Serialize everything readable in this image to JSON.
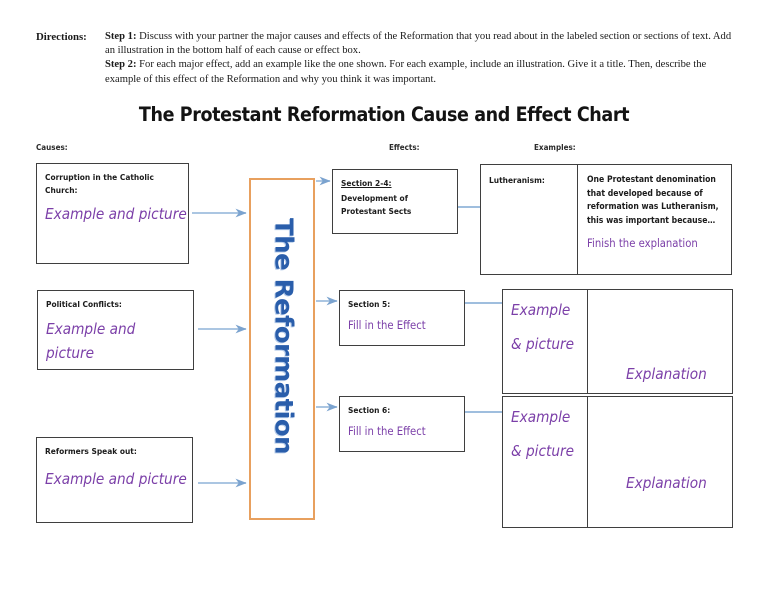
{
  "directions": {
    "label": "Directions:",
    "step1_label": "Step 1:",
    "step1_text": " Discuss with your partner the major causes and effects of the Reformation that you read about in the labeled section or sections of text. Add an illustration in the bottom half of each cause or effect box.",
    "step2_label": "Step 2:",
    "step2_text": " For each major effect, add an example like the one shown. For each example, include an illustration. Give it a title. Then, describe the example of this effect of the Reformation and why you think it was important."
  },
  "title": "The Protestant Reformation Cause and Effect Chart",
  "columns": {
    "causes": "Causes:",
    "effects": "Effects:",
    "examples": "Examples:"
  },
  "center": {
    "label": "The Reformation",
    "border_color": "#e8a05e",
    "text_color": "#2a5eab"
  },
  "causes": [
    {
      "heading": "Corruption in the Catholic Church:",
      "prompt": "Example and picture"
    },
    {
      "heading": "Political Conflicts:",
      "prompt": "Example and picture"
    },
    {
      "heading": "Reformers Speak out:",
      "prompt": "Example and picture"
    }
  ],
  "effects": [
    {
      "heading": "Section 2-4:",
      "detail": "Development of Protestant Sects",
      "prompt": ""
    },
    {
      "heading": "Section 5:",
      "detail": "",
      "prompt": "Fill in the Effect"
    },
    {
      "heading": "Section 6:",
      "detail": "",
      "prompt": "Fill in the Effect"
    }
  ],
  "examples": [
    {
      "title": "Lutheranism:",
      "body": "One Protestant denomination that developed because of reformation was Lutheranism, this was important because…",
      "prompt": "Finish the explanation",
      "left_prompt": "",
      "right_prompt": ""
    },
    {
      "title": "",
      "body": "",
      "prompt": "",
      "left_prompt": "Example & picture",
      "left_line1": "Example",
      "left_line2": "& picture",
      "right_prompt": "Explanation"
    },
    {
      "title": "",
      "body": "",
      "prompt": "",
      "left_prompt": "Example & picture",
      "left_line1": "Example",
      "left_line2": "& picture",
      "right_prompt": "Explanation"
    }
  ],
  "colors": {
    "purple": "#7b3fa8",
    "arrow": "#9fbede",
    "box_border": "#3f3f3f",
    "orange": "#e8a05e"
  }
}
